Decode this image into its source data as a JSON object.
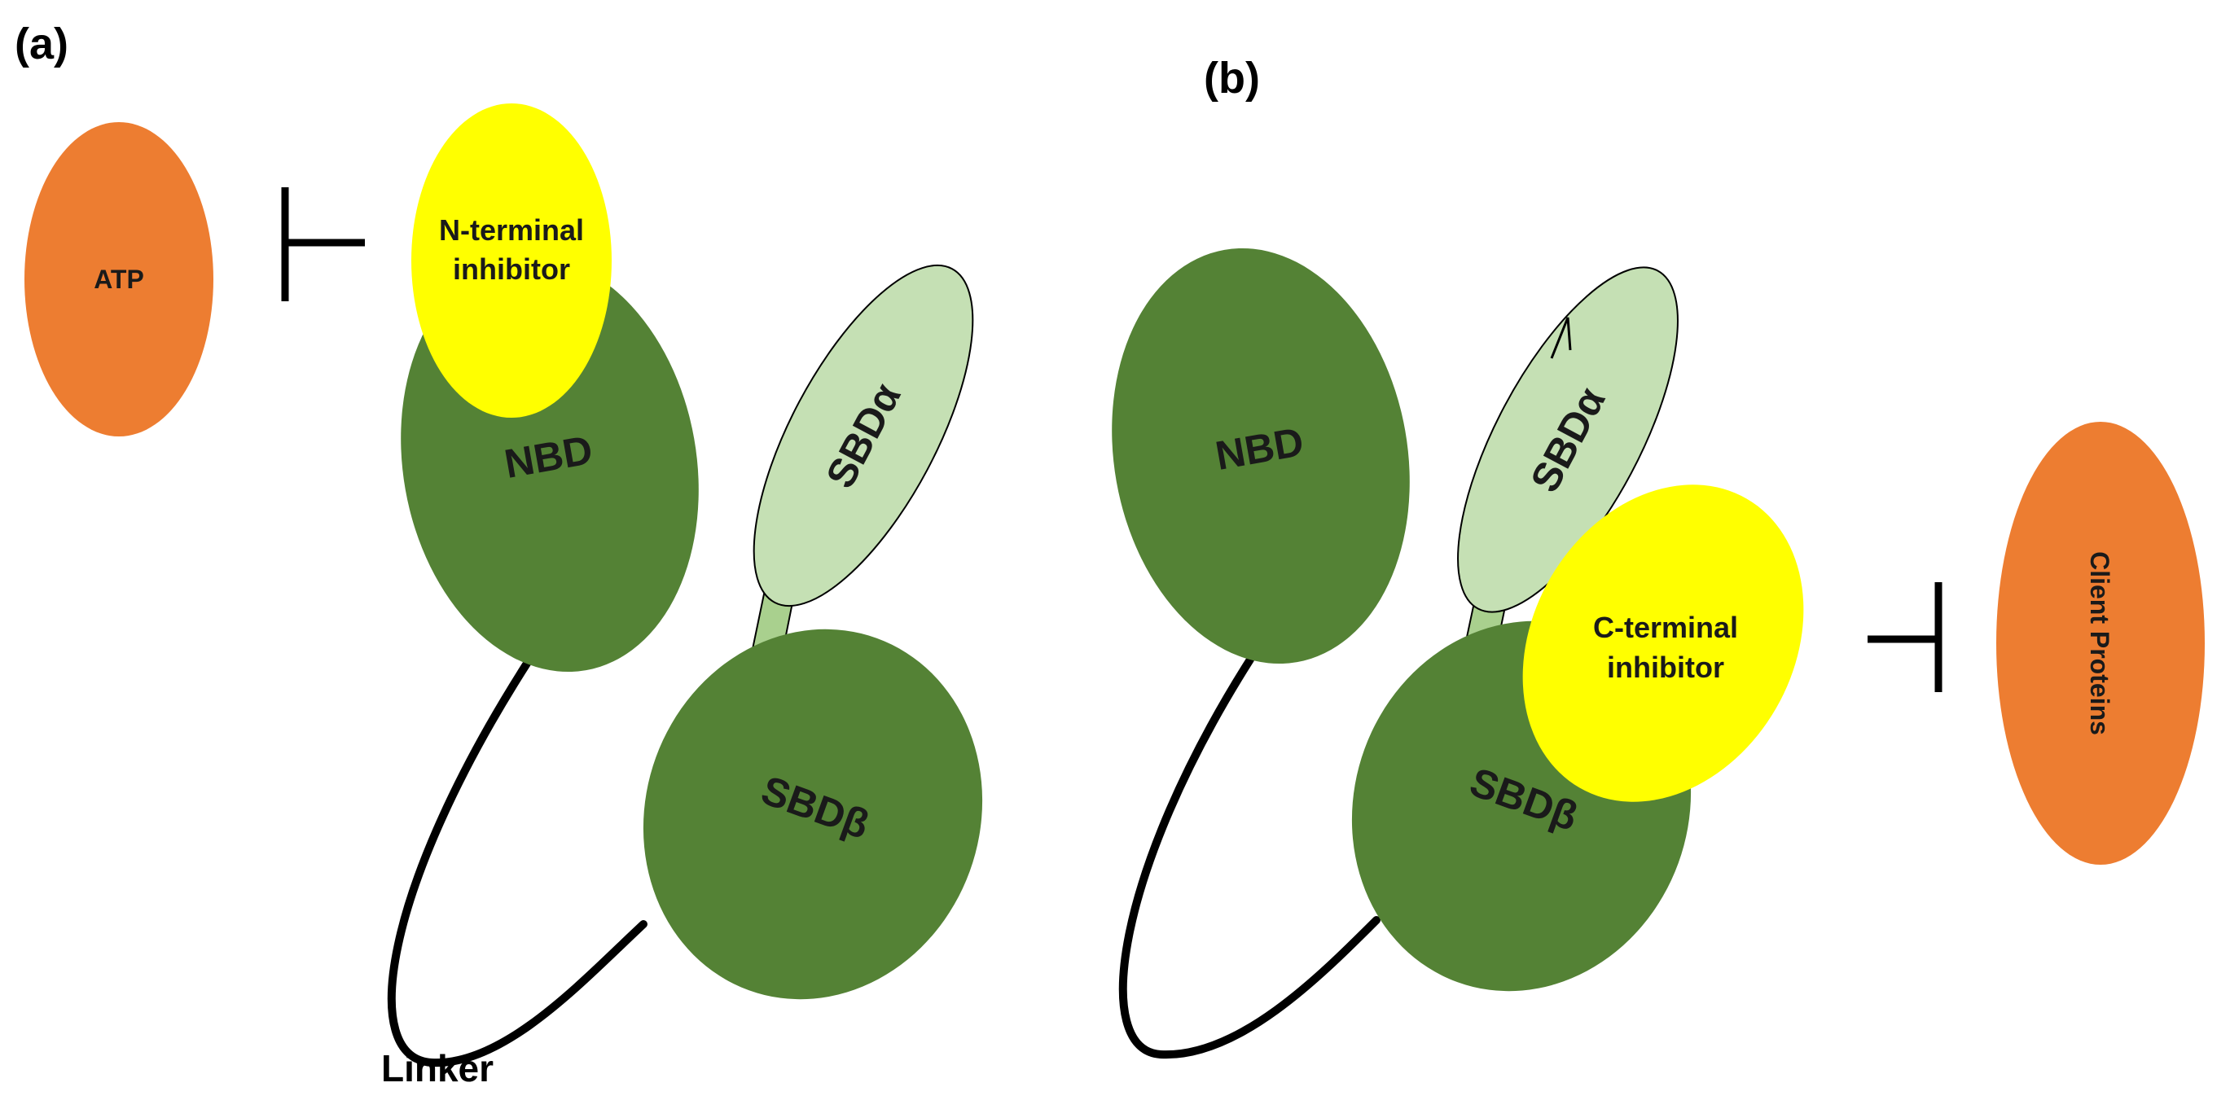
{
  "panels": {
    "a": {
      "label": "(a)",
      "atp": "ATP",
      "nbd": "NBD",
      "sbd_alpha": "SBDα",
      "sbd_beta": "SBDβ",
      "inhibitor_line1": "N-terminal",
      "inhibitor_line2": "inhibitor",
      "linker": "Linker"
    },
    "b": {
      "label": "(b)",
      "nbd": "NBD",
      "sbd_alpha": "SBDα",
      "sbd_beta": "SBDβ",
      "inhibitor_line1": "C-terminal",
      "inhibitor_line2": "inhibitor",
      "client": "Client Proteins"
    }
  },
  "colors": {
    "dark_green": "#548235",
    "light_green": "#c5e0b4",
    "yellow": "#ffff00",
    "orange": "#ed7d31",
    "stroke": "#000000"
  }
}
